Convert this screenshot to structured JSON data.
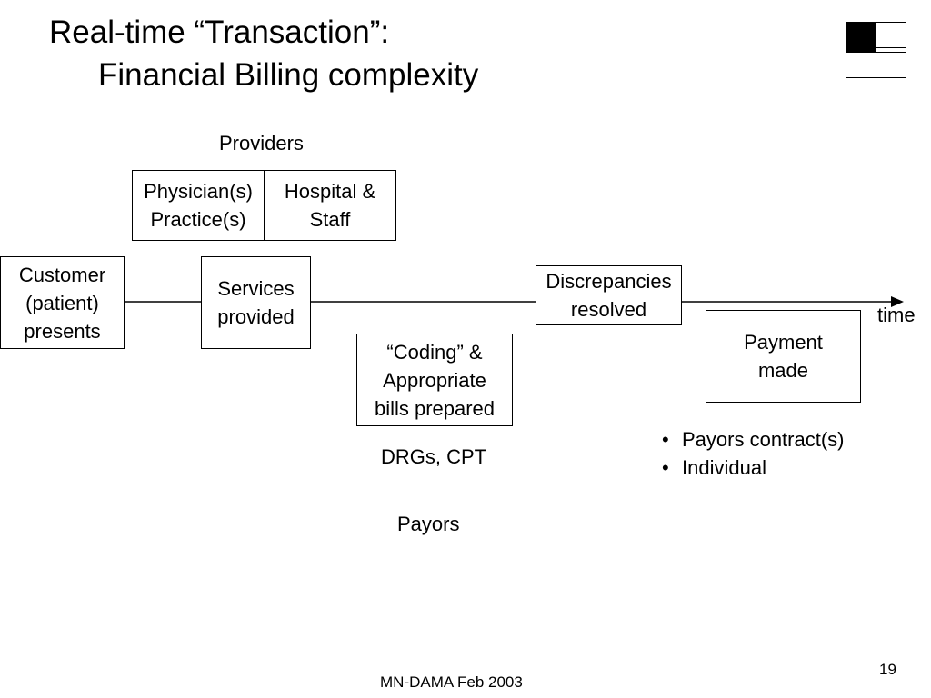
{
  "title": {
    "line1": "Real-time “Transaction”:",
    "line2": "Financial Billing complexity"
  },
  "providers_label": "Providers",
  "provider_boxes": [
    "Physician(s)\nPractice(s)",
    "Hospital &\nStaff"
  ],
  "timeline": {
    "time_label": "time",
    "boxes": {
      "customer": "Customer\n(patient)\npresents",
      "services": "Services\nprovided",
      "discrepancies": "Discrepancies\nresolved",
      "coding": "“Coding” &\nAppropriate\nbills prepared",
      "payment": "Payment\nmade"
    }
  },
  "codes_label": "DRGs, CPT",
  "payors_label": "Payors",
  "payment_bullets": [
    "Payors contract(s)",
    "Individual"
  ],
  "footer": {
    "org": "MN-DAMA  Feb 2003",
    "page_number": "19"
  },
  "logo_icon": "grid-2x2-icon"
}
